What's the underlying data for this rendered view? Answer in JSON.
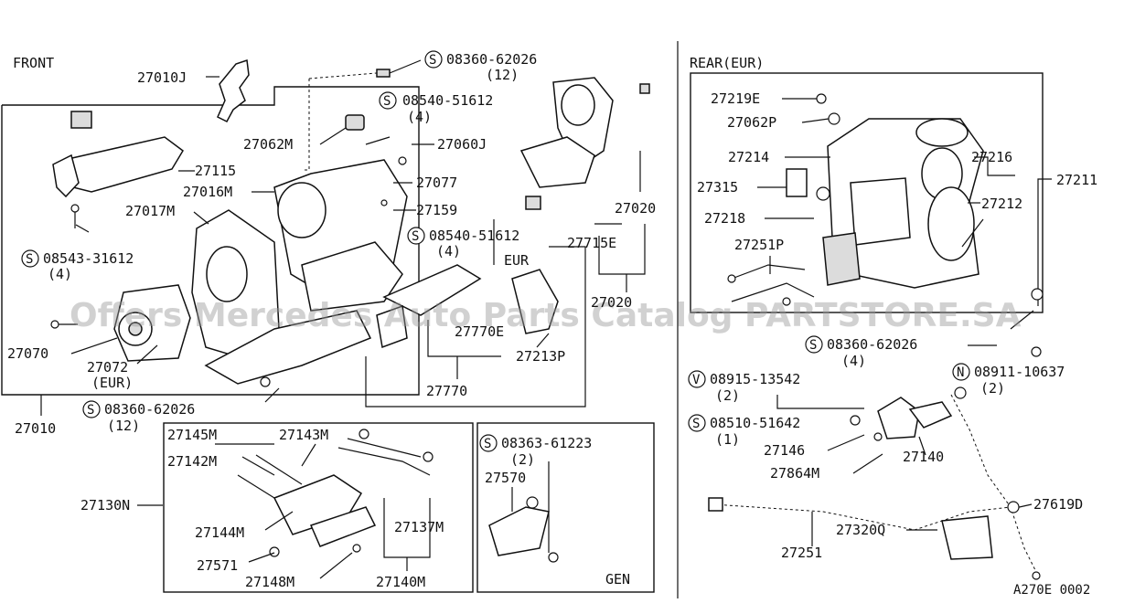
{
  "labels": {
    "front": "FRONT",
    "rear": "REAR(EUR)",
    "eur": "EUR",
    "gen": "GEN",
    "ref": "A270E 0002",
    "watermark": "Offers Mercedes Auto Parts Catalog PARTSTORE.SA"
  },
  "parts": {
    "p27010J": "27010J",
    "p27062M": "27062M",
    "p27060J": "27060J",
    "p27115": "27115",
    "p27016M": "27016M",
    "p27077": "27077",
    "p27017M": "27017M",
    "p27159": "27159",
    "p27020a": "27020",
    "p27020b": "27020",
    "p27715E": "27715E",
    "p27070": "27070",
    "p27072": "27072",
    "p27072note": "(EUR)",
    "p27770E": "27770E",
    "p27770": "27770",
    "p27213P": "27213P",
    "p27010": "27010",
    "p27130N": "27130N",
    "p27145M": "27145M",
    "p27143M": "27143M",
    "p27142M": "27142M",
    "p27144M": "27144M",
    "p27137M": "27137M",
    "p27571": "27571",
    "p27148M": "27148M",
    "p27140Ma": "27140M",
    "p27570": "27570",
    "p27219E": "27219E",
    "p27062P": "27062P",
    "p27214": "27214",
    "p27216": "27216",
    "p27211": "27211",
    "p27315": "27315",
    "p27212": "27212",
    "p27218": "27218",
    "p27251P": "27251P",
    "p27146": "27146",
    "p27140": "27140",
    "p27864M": "27864M",
    "p27619D": "27619D",
    "p27320Q": "27320Q",
    "p27251": "27251"
  },
  "fasteners": [
    {
      "prefix": "S",
      "code": "08360-62026",
      "qty": "(12)"
    },
    {
      "prefix": "S",
      "code": "08540-51612",
      "qty": "(4)"
    },
    {
      "prefix": "S",
      "code": "08543-31612",
      "qty": "(4)"
    },
    {
      "prefix": "S",
      "code": "08540-51612",
      "qty": "(4)"
    },
    {
      "prefix": "S",
      "code": "08360-62026",
      "qty": "(12)"
    },
    {
      "prefix": "S",
      "code": "08363-61223",
      "qty": "(2)"
    },
    {
      "prefix": "S",
      "code": "08360-62026",
      "qty": "(4)"
    },
    {
      "prefix": "V",
      "code": "08915-13542",
      "qty": "(2)"
    },
    {
      "prefix": "N",
      "code": "08911-10637",
      "qty": "(2)"
    },
    {
      "prefix": "S",
      "code": "08510-51642",
      "qty": "(1)"
    }
  ]
}
